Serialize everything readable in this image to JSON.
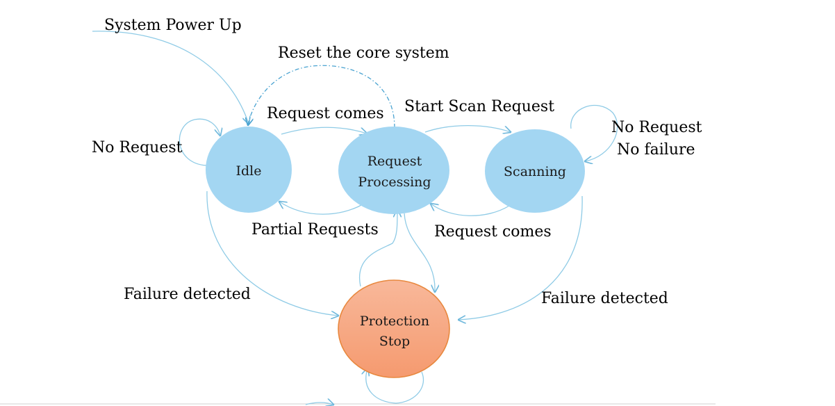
{
  "colors": {
    "state_fill": "#a3d6f2",
    "stop_fill": "#f7a57f",
    "stop_stroke": "#e8883e",
    "edge": "#8fcbe6",
    "reset_edge": "#4aa3d1"
  },
  "nodes": {
    "idle": [
      "Idle"
    ],
    "request_processing": [
      "Request",
      "Processing"
    ],
    "scanning": [
      "Scanning"
    ],
    "protection_stop": [
      "Protection",
      "Stop"
    ]
  },
  "edges": {
    "system_power_up": "System Power Up",
    "reset_core": "Reset the core system",
    "idle_to_processing": "Request comes",
    "start_scan": "Start Scan Request",
    "idle_self": "No Request",
    "scanning_self": [
      "No Request",
      "No failure"
    ],
    "partial_requests": "Partial Requests",
    "scanning_to_processing": "Request comes",
    "idle_failure": "Failure detected",
    "scanning_failure": "Failure detected"
  }
}
